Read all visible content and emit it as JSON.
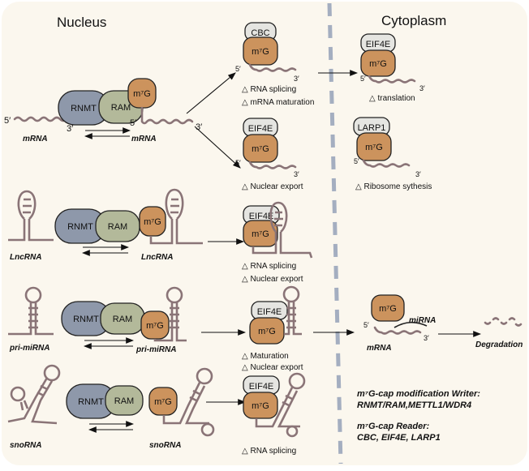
{
  "headers": {
    "nucleus": "Nucleus",
    "cytoplasm": "Cytoplasm"
  },
  "proteins": {
    "rnmt": "RNMT",
    "ram": "RAM",
    "m7g": "m⁷G",
    "cbc": "CBC",
    "eif4e": "EIF4E",
    "larp1": "LARP1"
  },
  "ends": {
    "five": "5′",
    "three": "3′"
  },
  "rna_types": {
    "mrna": "mRNA",
    "lncrna": "LncRNA",
    "primirna": "pri-miRNA",
    "snorna": "snoRNA",
    "mirna": "miRNA"
  },
  "outcomes": {
    "rna_splicing": "RNA splicing",
    "mrna_maturation": "mRNA maturation",
    "nuclear_export": "Nuclear export",
    "translation": "translation",
    "ribosome": "Ribosome sythesis",
    "maturation": "Maturation",
    "degradation": "Degradation"
  },
  "legend": {
    "writer_title": "m⁷G-cap modification Writer:",
    "writer_list": "RNMT/RAM,METTL1/WDR4",
    "reader_title": "m⁷G-cap Reader:",
    "reader_list": "CBC, EIF4E, LARP1"
  },
  "colors": {
    "background": "#fbf7ee",
    "rnmt": "#8e98aa",
    "ram": "#b3b99a",
    "m7g": "#cc935d",
    "reader": "#e5e5e1",
    "rna": "#8a7477",
    "divider": "#a4aec0"
  }
}
